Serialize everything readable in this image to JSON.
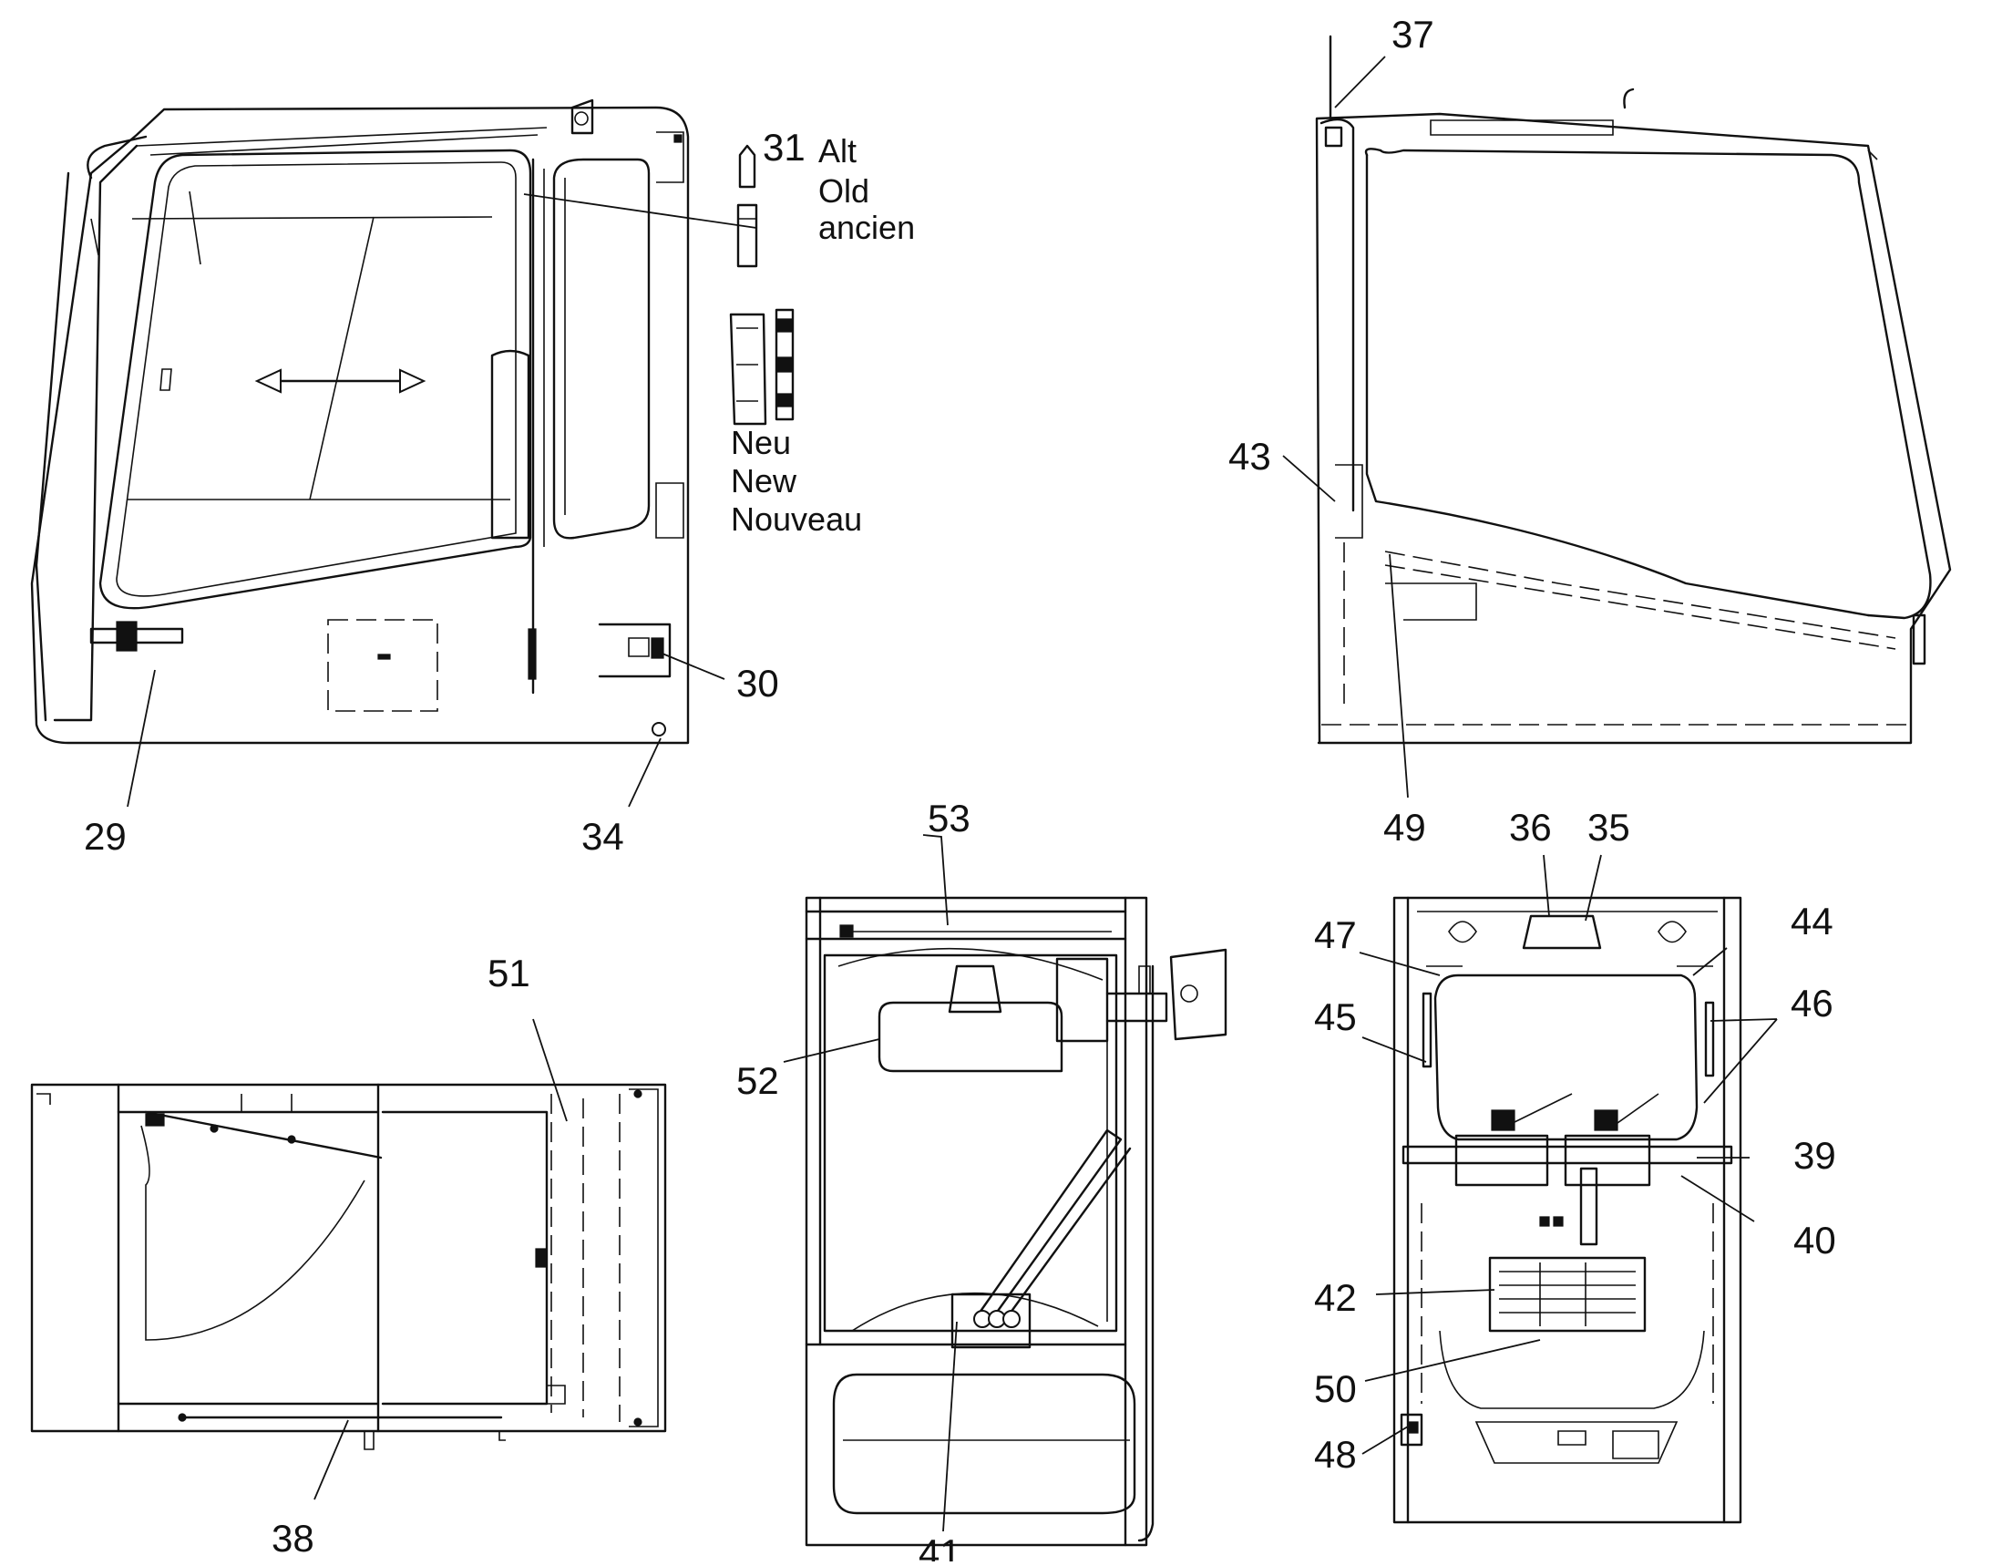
{
  "callouts": {
    "c29": "29",
    "c30": "30",
    "c31": "31",
    "c34": "34",
    "c35": "35",
    "c36": "36",
    "c37": "37",
    "c38": "38",
    "c39": "39",
    "c40": "40",
    "c41": "41",
    "c42": "42",
    "c43": "43",
    "c44": "44",
    "c45": "45",
    "c46": "46",
    "c47": "47",
    "c48": "48",
    "c49": "49",
    "c50": "50",
    "c51": "51",
    "c52": "52",
    "c53": "53"
  },
  "variants": {
    "old": [
      "Alt",
      "Old",
      "ancien"
    ],
    "new": [
      "Neu",
      "New",
      "Nouveau"
    ]
  },
  "colors": {
    "ink": "#111111",
    "paper": "#ffffff"
  }
}
